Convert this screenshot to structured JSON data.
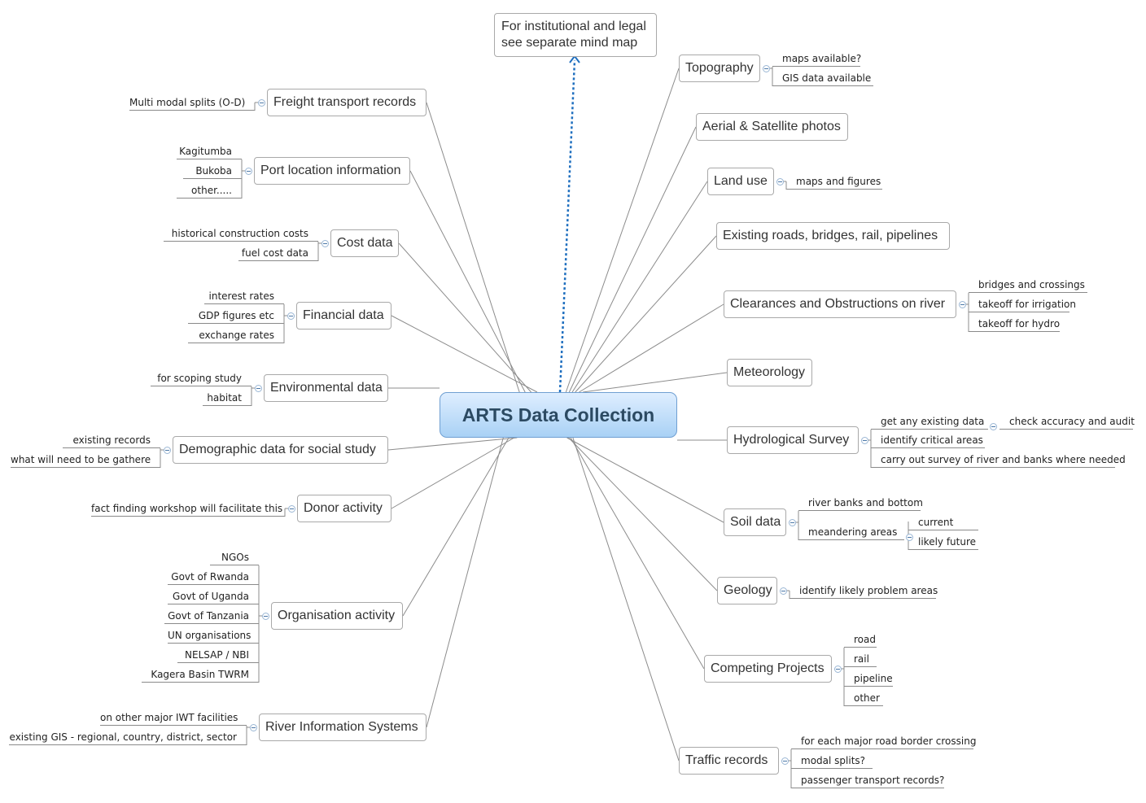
{
  "central_topic": "ARTS Data Collection",
  "colors": {
    "line": "#8c8c8c",
    "link": "#1f6fbf",
    "center_fill_top": "#dfeeff",
    "center_fill_bottom": "#a9d1f5",
    "center_border": "#6f9fd2"
  },
  "note": {
    "lines": [
      "For institutional and legal",
      "see separate mind map"
    ]
  },
  "topics": [
    {
      "id": "freight",
      "label": "Freight transport records",
      "side": "left",
      "children": [
        {
          "label": "Multi modal splits (O-D)"
        }
      ]
    },
    {
      "id": "port",
      "label": "Port location information",
      "side": "left",
      "children": [
        {
          "label": "Kagitumba"
        },
        {
          "label": "Bukoba"
        },
        {
          "label": "other....."
        }
      ]
    },
    {
      "id": "cost",
      "label": "Cost data",
      "side": "left",
      "children": [
        {
          "label": "historical construction costs"
        },
        {
          "label": "fuel cost data"
        }
      ]
    },
    {
      "id": "financial",
      "label": "Financial data",
      "side": "left",
      "children": [
        {
          "label": "interest rates"
        },
        {
          "label": "GDP figures etc"
        },
        {
          "label": "exchange rates"
        }
      ]
    },
    {
      "id": "environmental",
      "label": "Environmental data",
      "side": "left",
      "children": [
        {
          "label": "for scoping study"
        },
        {
          "label": "habitat"
        }
      ]
    },
    {
      "id": "demographic",
      "label": "Demographic data for social study",
      "side": "left",
      "children": [
        {
          "label": "existing records"
        },
        {
          "label": "what will need to be gathere"
        }
      ]
    },
    {
      "id": "donor",
      "label": "Donor activity",
      "side": "left",
      "children": [
        {
          "label": "fact finding workshop will facilitate this"
        }
      ]
    },
    {
      "id": "organisation",
      "label": "Organisation activity",
      "side": "left",
      "children": [
        {
          "label": "NGOs"
        },
        {
          "label": "Govt of Rwanda"
        },
        {
          "label": "Govt of Uganda"
        },
        {
          "label": "Govt of Tanzania"
        },
        {
          "label": "UN organisations"
        },
        {
          "label": "NELSAP / NBI"
        },
        {
          "label": "Kagera Basin TWRM"
        }
      ]
    },
    {
      "id": "ris",
      "label": "River Information Systems",
      "side": "left",
      "children": [
        {
          "label": "on other major IWT facilities"
        },
        {
          "label": "existing GIS - regional, country, district, sector"
        }
      ]
    },
    {
      "id": "topography",
      "label": "Topography",
      "side": "right",
      "children": [
        {
          "label": "maps available?"
        },
        {
          "label": "GIS data available"
        }
      ]
    },
    {
      "id": "aerial",
      "label": "Aerial & Satellite photos",
      "side": "right",
      "children": []
    },
    {
      "id": "landuse",
      "label": "Land use",
      "side": "right",
      "children": [
        {
          "label": "maps and figures"
        }
      ]
    },
    {
      "id": "roads",
      "label": "Existing roads, bridges, rail, pipelines",
      "side": "right",
      "children": []
    },
    {
      "id": "clearances",
      "label": "Clearances and Obstructions on river",
      "side": "right",
      "children": [
        {
          "label": "bridges and crossings"
        },
        {
          "label": "takeoff for irrigation"
        },
        {
          "label": "takeoff for hydro"
        }
      ]
    },
    {
      "id": "meteorology",
      "label": "Meteorology",
      "side": "right",
      "children": []
    },
    {
      "id": "hydrological",
      "label": "Hydrological Survey",
      "side": "right",
      "children": [
        {
          "label": "get any existing data",
          "children": [
            {
              "label": "check accuracy and audit"
            }
          ]
        },
        {
          "label": "identify critical areas"
        },
        {
          "label": "carry out survey of river and banks where needed"
        }
      ]
    },
    {
      "id": "soil",
      "label": "Soil data",
      "side": "right",
      "children": [
        {
          "label": "river banks and bottom"
        },
        {
          "label": "meandering areas",
          "children": [
            {
              "label": "current"
            },
            {
              "label": "likely future"
            }
          ]
        }
      ]
    },
    {
      "id": "geology",
      "label": "Geology",
      "side": "right",
      "children": [
        {
          "label": "identify likely problem areas"
        }
      ]
    },
    {
      "id": "competing",
      "label": "Competing Projects",
      "side": "right",
      "children": [
        {
          "label": "road"
        },
        {
          "label": "rail"
        },
        {
          "label": "pipeline"
        },
        {
          "label": "other"
        }
      ]
    },
    {
      "id": "traffic",
      "label": "Traffic records",
      "side": "right",
      "children": [
        {
          "label": "for each major road border crossing"
        },
        {
          "label": "modal splits?"
        },
        {
          "label": "passenger transport records?"
        }
      ]
    }
  ]
}
